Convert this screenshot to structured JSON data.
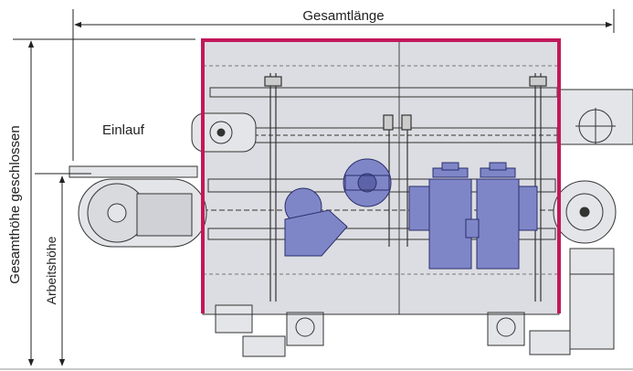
{
  "labels": {
    "total_length": "Gesamtlänge",
    "total_height_closed": "Gesamthöhe geschlossen",
    "working_height": "Arbeitshöhe",
    "infeed": "Einlauf"
  },
  "colors": {
    "housing_frame": "#c2185b",
    "housing_fill": "#dcdde2",
    "components": "#7f86c8",
    "lines": "#333333",
    "background": "#ffffff"
  },
  "icons": [
    "left-arrow-icon",
    "right-arrow-icon",
    "up-arrow-icon",
    "down-arrow-icon"
  ]
}
